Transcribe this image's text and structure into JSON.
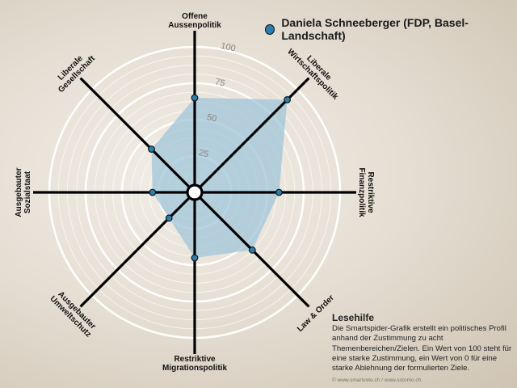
{
  "chart_data": {
    "type": "radar",
    "series": [
      {
        "name": "Daniela Schneeberger (FDP, Basel-Landschaft)",
        "values": [
          65,
          90,
          58,
          56,
          45,
          25,
          29,
          42
        ]
      }
    ],
    "categories": [
      [
        "Offene",
        "Aussenpolitik"
      ],
      [
        "Liberale",
        "Wirtschaftspolitik"
      ],
      [
        "Restriktive",
        "Finanzpolitik"
      ],
      [
        "Law & Order"
      ],
      [
        "Restriktive",
        "Migrationspolitik"
      ],
      [
        "Ausgebauter",
        "Umweltschutz"
      ],
      [
        "Ausgebauter",
        "Sozialstaat"
      ],
      [
        "Liberale",
        "Gesellschaft"
      ]
    ],
    "ticks": [
      "25",
      "50",
      "75",
      "100"
    ],
    "rlim": [
      0,
      100
    ],
    "colors": {
      "fill": "#9cc3d8",
      "point": "#2b7fb0",
      "axis": "#000000",
      "ring": "#ffffff"
    }
  },
  "legend": {
    "label": "Daniela Schneeberger (FDP, Basel-Landschaft)"
  },
  "reading_guide": {
    "title": "Lesehilfe",
    "body": "Die Smartspider-Grafik erstellt ein politisches Profil anhand der Zustimmung zu acht Themenbereichen/Zielen. Ein Wert von 100 steht für eine starke Zustimmung, ein Wert von 0 für eine starke Ablehnung der formulierten Ziele."
  },
  "footer": "© www.smartvote.ch / www.sotomo.ch"
}
